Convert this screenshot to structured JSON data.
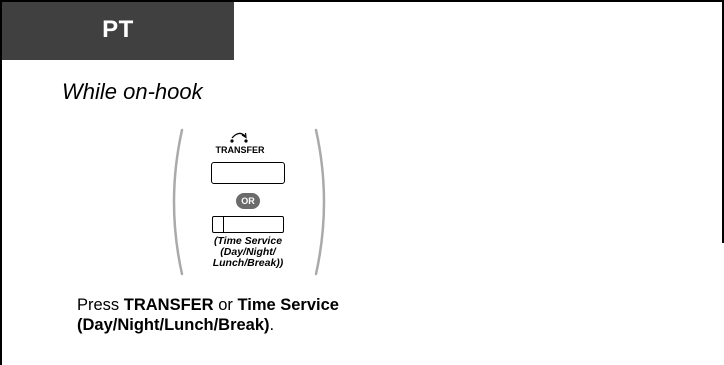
{
  "header": {
    "title": "PT"
  },
  "condition": "While on-hook",
  "diagram": {
    "transfer_label": "TRANSFER",
    "or_label": "OR",
    "time_service_label_line1": "(Time Service",
    "time_service_label_line2": "(Day/Night/",
    "time_service_label_line3": "Lunch/Break))"
  },
  "instruction": {
    "prefix": "Press ",
    "key1": "TRANSFER",
    "mid": " or ",
    "key2_line1": "Time Service",
    "key2_line2": "(Day/Night/Lunch/Break)",
    "suffix": "."
  }
}
